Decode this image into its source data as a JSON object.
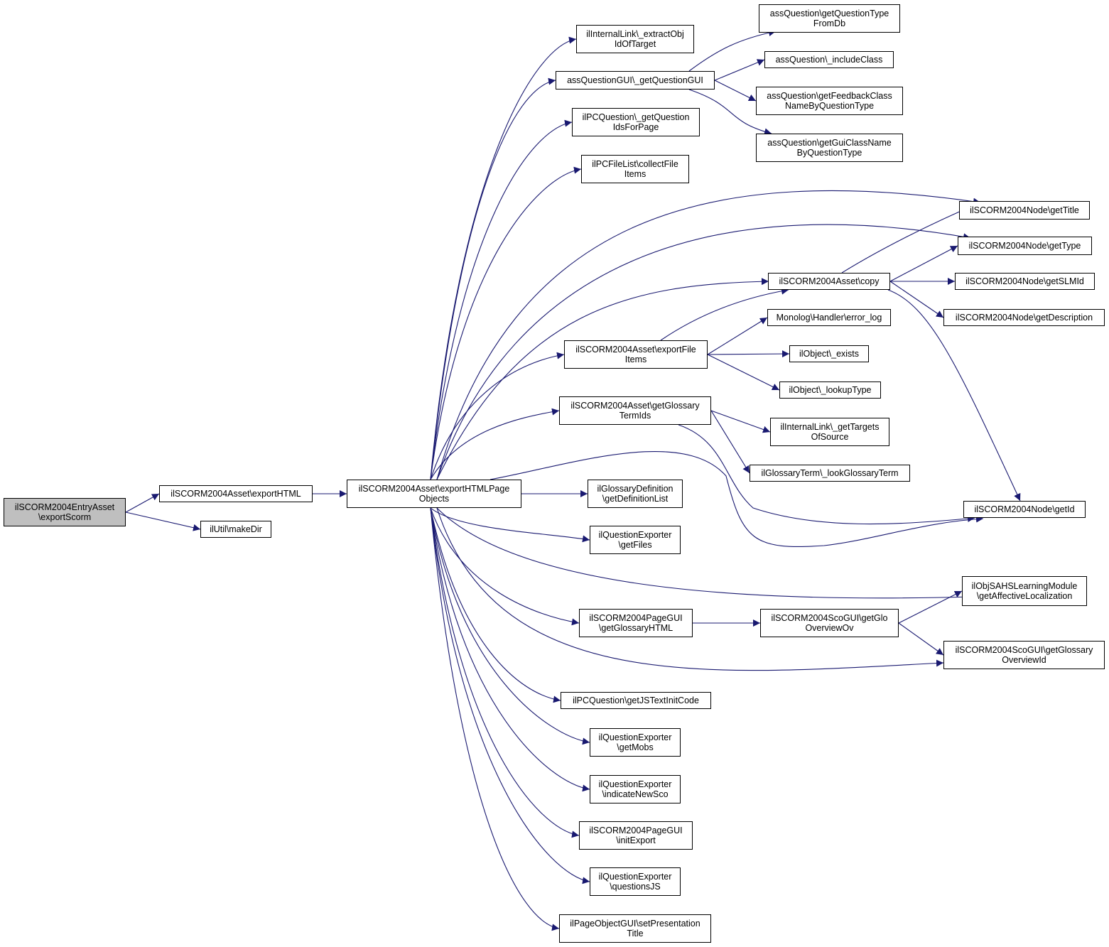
{
  "colors": {
    "edge": "#191970",
    "node_border": "#000000",
    "root_fill": "#bfbfbf",
    "node_fill": "#ffffff"
  },
  "nodes": [
    {
      "id": "root",
      "lines": [
        "ilSCORM2004EntryAsset",
        "\\exportScorm"
      ]
    },
    {
      "id": "exportHTML",
      "lines": [
        "ilSCORM2004Asset\\exportHTML"
      ]
    },
    {
      "id": "makeDir",
      "lines": [
        "ilUtil\\makeDir"
      ]
    },
    {
      "id": "exportHTMLPageObjects",
      "lines": [
        "ilSCORM2004Asset\\exportHTMLPage",
        "Objects"
      ]
    },
    {
      "id": "extractObjIdOfTarget",
      "lines": [
        "ilInternalLink\\_extractObj",
        "IdOfTarget"
      ]
    },
    {
      "id": "getQuestionGUI",
      "lines": [
        "assQuestionGUI\\_getQuestionGUI"
      ]
    },
    {
      "id": "getQuestionIdsForPage",
      "lines": [
        "ilPCQuestion\\_getQuestion",
        "IdsForPage"
      ]
    },
    {
      "id": "collectFileItems",
      "lines": [
        "ilPCFileList\\collectFile",
        "Items"
      ]
    },
    {
      "id": "exportFileItems",
      "lines": [
        "ilSCORM2004Asset\\exportFile",
        "Items"
      ]
    },
    {
      "id": "getGlossaryTermIds",
      "lines": [
        "ilSCORM2004Asset\\getGlossary",
        "TermIds"
      ]
    },
    {
      "id": "getDefinitionList",
      "lines": [
        "ilGlossaryDefinition",
        "\\getDefinitionList"
      ]
    },
    {
      "id": "getFiles",
      "lines": [
        "ilQuestionExporter",
        "\\getFiles"
      ]
    },
    {
      "id": "getGlossaryHTML",
      "lines": [
        "ilSCORM2004PageGUI",
        "\\getGlossaryHTML"
      ]
    },
    {
      "id": "getJSTextInitCode",
      "lines": [
        "ilPCQuestion\\getJSTextInitCode"
      ]
    },
    {
      "id": "getMobs",
      "lines": [
        "ilQuestionExporter",
        "\\getMobs"
      ]
    },
    {
      "id": "indicateNewSco",
      "lines": [
        "ilQuestionExporter",
        "\\indicateNewSco"
      ]
    },
    {
      "id": "initExport",
      "lines": [
        "ilSCORM2004PageGUI",
        "\\initExport"
      ]
    },
    {
      "id": "questionsJS",
      "lines": [
        "ilQuestionExporter",
        "\\questionsJS"
      ]
    },
    {
      "id": "setPresentationTitle",
      "lines": [
        "ilPageObjectGUI\\setPresentation",
        "Title"
      ]
    },
    {
      "id": "getQuestionTypeFromDb",
      "lines": [
        "assQuestion\\getQuestionType",
        "FromDb"
      ]
    },
    {
      "id": "includeClass",
      "lines": [
        "assQuestion\\_includeClass"
      ]
    },
    {
      "id": "getFeedbackClassName",
      "lines": [
        "assQuestion\\getFeedbackClass",
        "NameByQuestionType"
      ]
    },
    {
      "id": "getGuiClassName",
      "lines": [
        "assQuestion\\getGuiClassName",
        "ByQuestionType"
      ]
    },
    {
      "id": "copy",
      "lines": [
        "ilSCORM2004Asset\\copy"
      ]
    },
    {
      "id": "errorLog",
      "lines": [
        "Monolog\\Handler\\error_log"
      ]
    },
    {
      "id": "exists",
      "lines": [
        "ilObject\\_exists"
      ]
    },
    {
      "id": "lookupType",
      "lines": [
        "ilObject\\_lookupType"
      ]
    },
    {
      "id": "getTargetsOfSource",
      "lines": [
        "ilInternalLink\\_getTargets",
        "OfSource"
      ]
    },
    {
      "id": "lookGlossaryTerm",
      "lines": [
        "ilGlossaryTerm\\_lookGlossaryTerm"
      ]
    },
    {
      "id": "getGloOverviewOv",
      "lines": [
        "ilSCORM2004ScoGUI\\getGlo",
        "OverviewOv"
      ]
    },
    {
      "id": "getTitle",
      "lines": [
        "ilSCORM2004Node\\getTitle"
      ]
    },
    {
      "id": "getType",
      "lines": [
        "ilSCORM2004Node\\getType"
      ]
    },
    {
      "id": "getSLMId",
      "lines": [
        "ilSCORM2004Node\\getSLMId"
      ]
    },
    {
      "id": "getDescription",
      "lines": [
        "ilSCORM2004Node\\getDescription"
      ]
    },
    {
      "id": "getId",
      "lines": [
        "ilSCORM2004Node\\getId"
      ]
    },
    {
      "id": "getAffectiveLocalization",
      "lines": [
        "ilObjSAHSLearningModule",
        "\\getAffectiveLocalization"
      ]
    },
    {
      "id": "getGlossaryOverviewId",
      "lines": [
        "ilSCORM2004ScoGUI\\getGlossary",
        "OverviewId"
      ]
    }
  ],
  "edges": [
    [
      "root",
      "exportHTML"
    ],
    [
      "root",
      "makeDir"
    ],
    [
      "exportHTML",
      "exportHTMLPageObjects"
    ],
    [
      "exportHTMLPageObjects",
      "extractObjIdOfTarget"
    ],
    [
      "exportHTMLPageObjects",
      "getQuestionGUI"
    ],
    [
      "exportHTMLPageObjects",
      "getQuestionIdsForPage"
    ],
    [
      "exportHTMLPageObjects",
      "collectFileItems"
    ],
    [
      "exportHTMLPageObjects",
      "getTitle"
    ],
    [
      "exportHTMLPageObjects",
      "getType"
    ],
    [
      "exportHTMLPageObjects",
      "copy"
    ],
    [
      "exportHTMLPageObjects",
      "exportFileItems"
    ],
    [
      "exportHTMLPageObjects",
      "getGlossaryTermIds"
    ],
    [
      "exportHTMLPageObjects",
      "getId"
    ],
    [
      "exportHTMLPageObjects",
      "getDefinitionList"
    ],
    [
      "exportHTMLPageObjects",
      "getFiles"
    ],
    [
      "exportHTMLPageObjects",
      "getAffectiveLocalization"
    ],
    [
      "exportHTMLPageObjects",
      "getGlossaryHTML"
    ],
    [
      "exportHTMLPageObjects",
      "getGlossaryOverviewId"
    ],
    [
      "exportHTMLPageObjects",
      "getJSTextInitCode"
    ],
    [
      "exportHTMLPageObjects",
      "getMobs"
    ],
    [
      "exportHTMLPageObjects",
      "indicateNewSco"
    ],
    [
      "exportHTMLPageObjects",
      "initExport"
    ],
    [
      "exportHTMLPageObjects",
      "questionsJS"
    ],
    [
      "exportHTMLPageObjects",
      "setPresentationTitle"
    ],
    [
      "getQuestionGUI",
      "getQuestionTypeFromDb"
    ],
    [
      "getQuestionGUI",
      "includeClass"
    ],
    [
      "getQuestionGUI",
      "getFeedbackClassName"
    ],
    [
      "getQuestionGUI",
      "getGuiClassName"
    ],
    [
      "copy",
      "getTitle"
    ],
    [
      "copy",
      "getType"
    ],
    [
      "copy",
      "getSLMId"
    ],
    [
      "copy",
      "getDescription"
    ],
    [
      "copy",
      "getId"
    ],
    [
      "exportFileItems",
      "copy"
    ],
    [
      "exportFileItems",
      "errorLog"
    ],
    [
      "exportFileItems",
      "exists"
    ],
    [
      "exportFileItems",
      "lookupType"
    ],
    [
      "getGlossaryTermIds",
      "getTargetsOfSource"
    ],
    [
      "getGlossaryTermIds",
      "lookGlossaryTerm"
    ],
    [
      "getGlossaryTermIds",
      "getId"
    ],
    [
      "getGlossaryHTML",
      "getGloOverviewOv"
    ],
    [
      "getGloOverviewOv",
      "getAffectiveLocalization"
    ],
    [
      "getGloOverviewOv",
      "getGlossaryOverviewId"
    ]
  ]
}
